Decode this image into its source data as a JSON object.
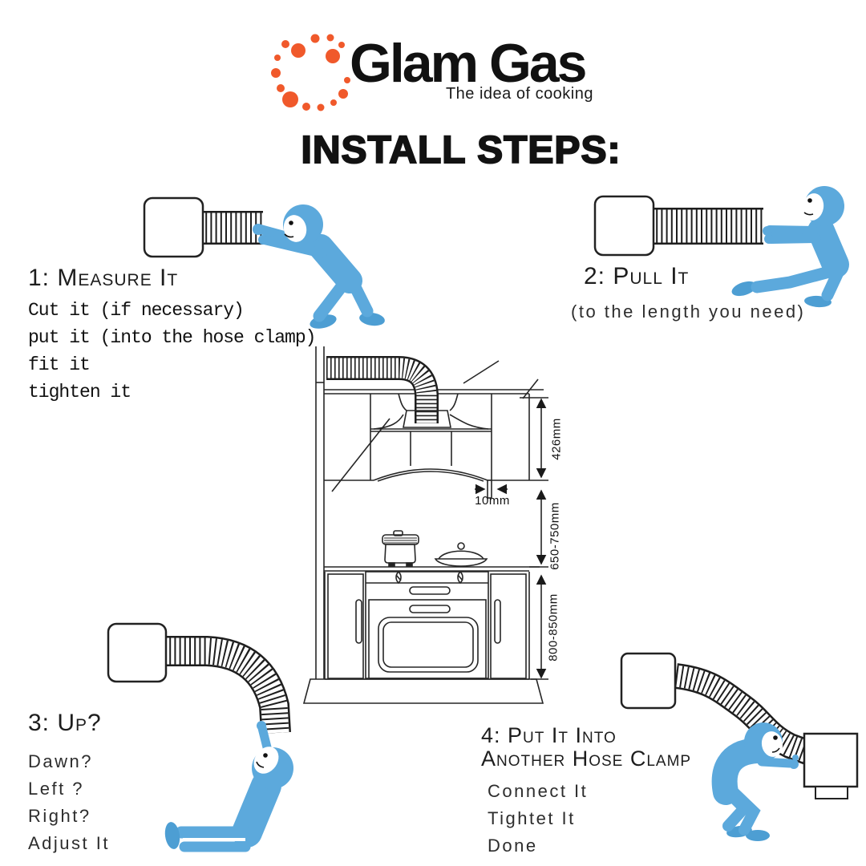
{
  "logo": {
    "brand": "Glam Gas",
    "tagline": "The idea of cooking",
    "dot_color": "#F0592B"
  },
  "title": "INSTALL STEPS:",
  "steps": [
    {
      "heading": "1: Measure It",
      "lines": [
        "Cut it (if necessary)",
        "put it (into the hose clamp)",
        "fit it",
        "tighten it"
      ]
    },
    {
      "heading": "2: Pull It",
      "lines": [
        "(to the length you need)"
      ]
    },
    {
      "heading": "3: Up?",
      "lines": [
        "Dawn?",
        "Left ?",
        "Right?",
        "Adjust It"
      ]
    },
    {
      "heading": "4: Put It Into",
      "heading2": "Another Hose Clamp",
      "lines": [
        "Connect It",
        "Tightet It",
        "Done"
      ]
    }
  ],
  "diagram": {
    "dim_hood_height": "426mm",
    "dim_hood_gap": "10mm",
    "dim_hood_to_counter": "650-750mm",
    "dim_counter_height": "800-850mm"
  },
  "colors": {
    "person_blue": "#5CA9DC",
    "shoe_blue": "#4D9ED3",
    "logo_orange": "#F0592B",
    "ink": "#1A1A1A"
  }
}
